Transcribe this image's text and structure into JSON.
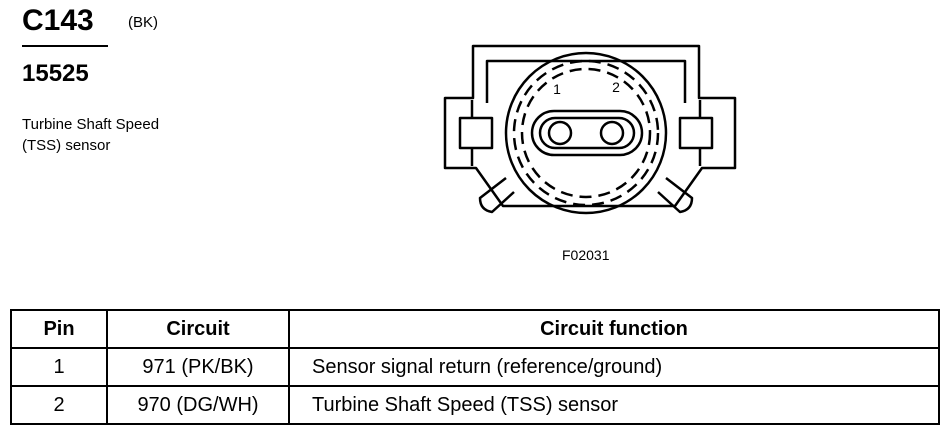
{
  "header": {
    "connector_id": "C143",
    "connector_color": "(BK)",
    "part_number": "15525",
    "description_line1": "Turbine Shaft Speed",
    "description_line2": "(TSS) sensor"
  },
  "figure": {
    "pin_labels": [
      "1",
      "2"
    ],
    "reference": "F02031"
  },
  "table": {
    "headers": {
      "pin": "Pin",
      "circuit": "Circuit",
      "function": "Circuit function"
    },
    "rows": [
      {
        "pin": "1",
        "circuit": "971 (PK/BK)",
        "function": "Sensor signal return (reference/ground)"
      },
      {
        "pin": "2",
        "circuit": "970 (DG/WH)",
        "function": "Turbine Shaft Speed (TSS) sensor"
      }
    ]
  }
}
